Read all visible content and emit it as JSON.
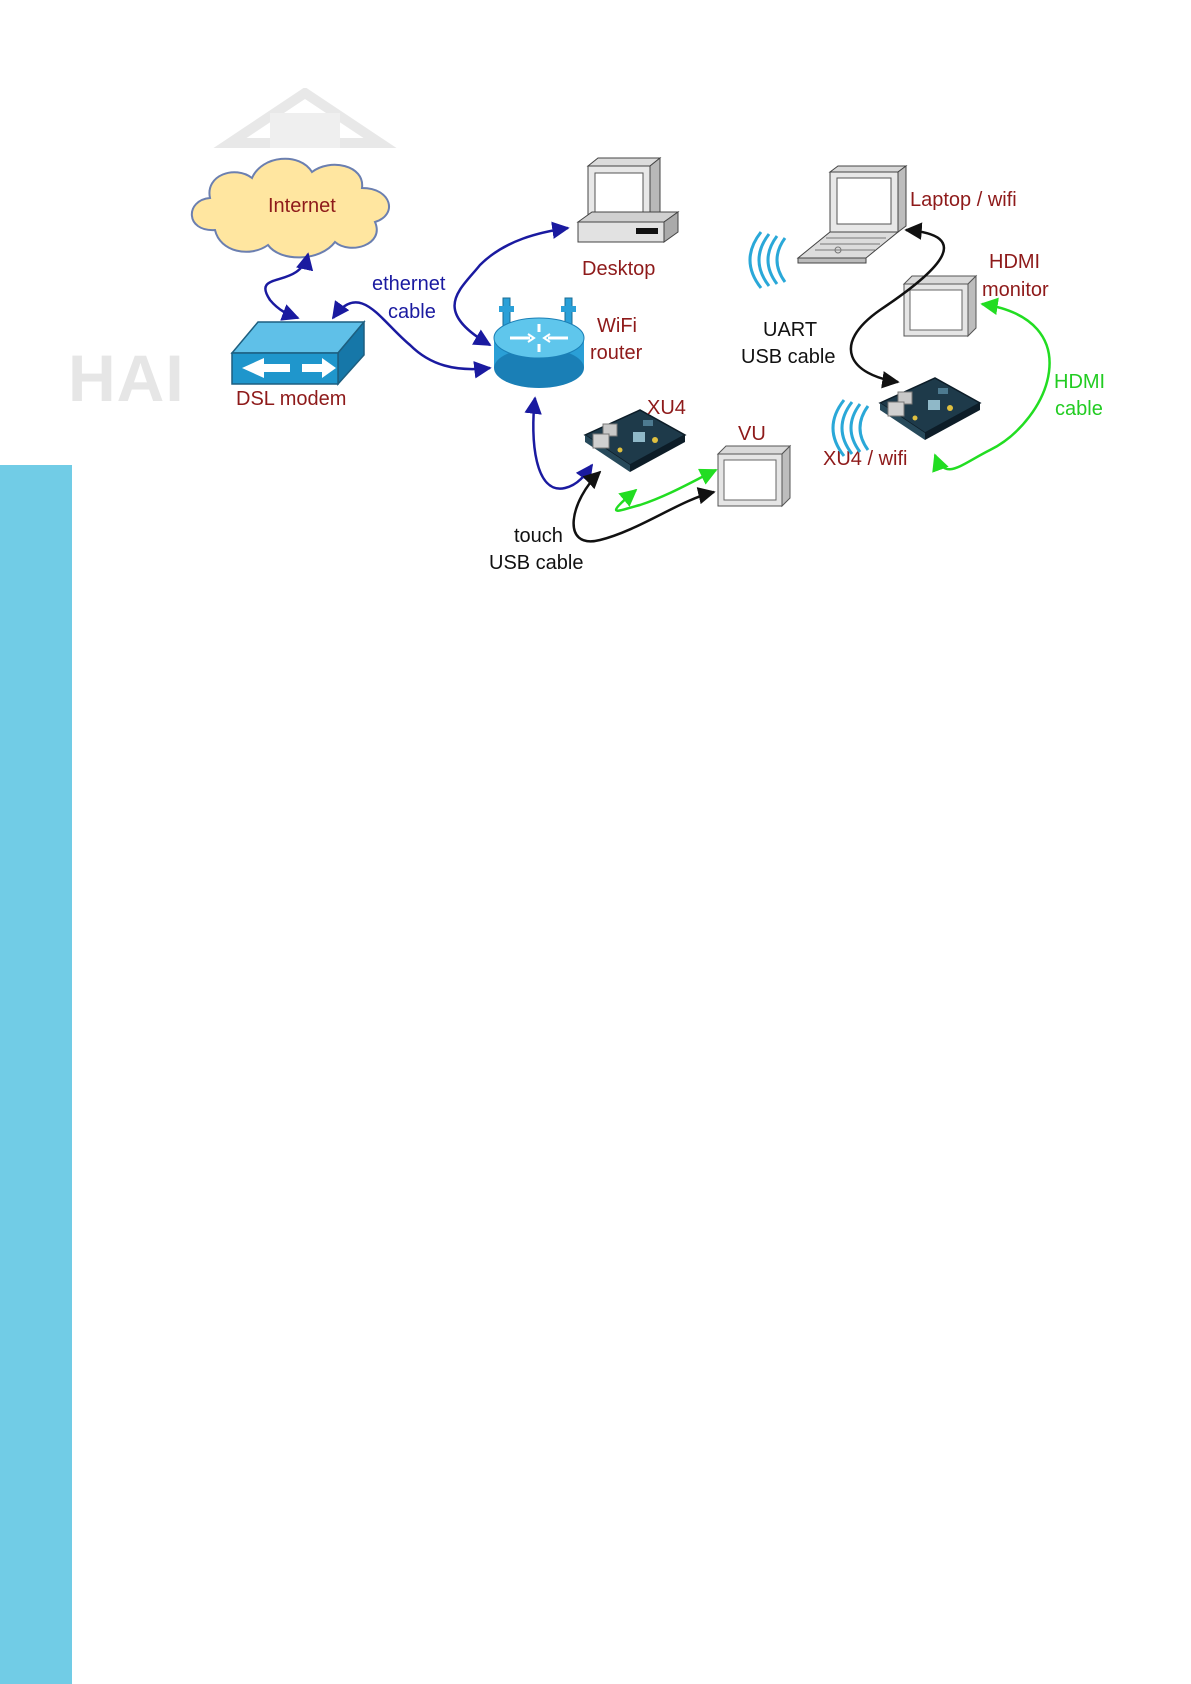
{
  "watermark": {
    "text": "HAI"
  },
  "nodes": {
    "internet": "Internet",
    "dsl_modem": "DSL modem",
    "desktop": "Desktop",
    "wifi_router_line1": "WiFi",
    "wifi_router_line2": "router",
    "xu4": "XU4",
    "vu": "VU",
    "laptop": "Laptop / wifi",
    "hdmi_monitor_line1": "HDMI",
    "hdmi_monitor_line2": "monitor",
    "xu4_wifi": "XU4 / wifi"
  },
  "links": {
    "ethernet_line1": "ethernet",
    "ethernet_line2": "cable",
    "uart_line1": "UART",
    "uart_line2": "USB cable",
    "touch_line1": "touch",
    "touch_line2": "USB cable",
    "hdmi_line1": "HDMI",
    "hdmi_line2": "cable"
  },
  "colors": {
    "node_label": "#8e1a1a",
    "ethernet": "#1a1aa0",
    "usb": "#111111",
    "hdmi": "#22dd22",
    "sidebar": "#71cce6"
  }
}
